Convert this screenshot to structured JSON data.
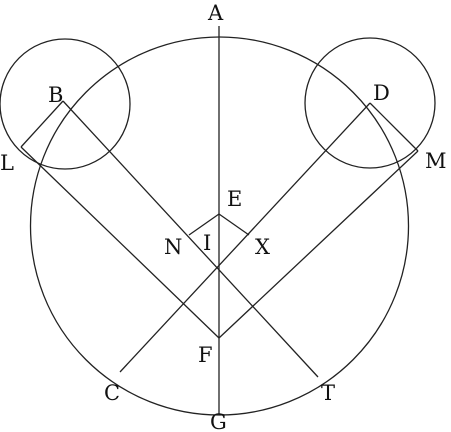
{
  "figure": {
    "points": {
      "A": "A",
      "B": "B",
      "C": "C",
      "D": "D",
      "E": "E",
      "F": "F",
      "G": "G",
      "I": "I",
      "L": "L",
      "M": "M",
      "N": "N",
      "T": "T",
      "X": "X"
    },
    "stroke_color": "#222222",
    "background": "#ffffff"
  }
}
